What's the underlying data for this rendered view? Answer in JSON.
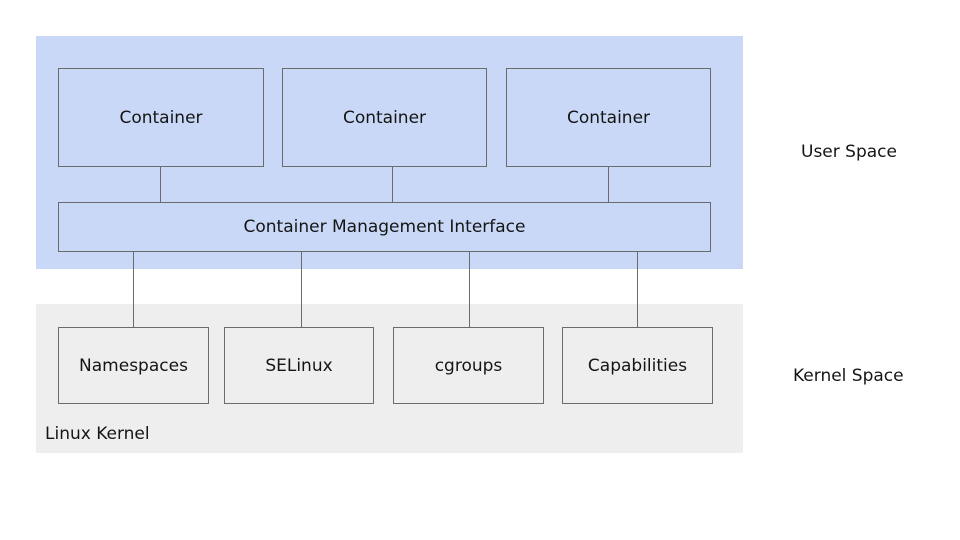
{
  "user_space": {
    "label": "User Space",
    "containers": [
      "Container",
      "Container",
      "Container"
    ],
    "interface_label": "Container Management Interface"
  },
  "kernel_space": {
    "label": "Kernel Space",
    "kernel_label": "Linux Kernel",
    "components": [
      "Namespaces",
      "SELinux",
      "cgroups",
      "Capabilities"
    ]
  },
  "colors": {
    "user_space_fill": "#c9d8f6",
    "kernel_space_fill": "#eeeeee",
    "border": "#6b6b6b",
    "text": "#151515"
  }
}
